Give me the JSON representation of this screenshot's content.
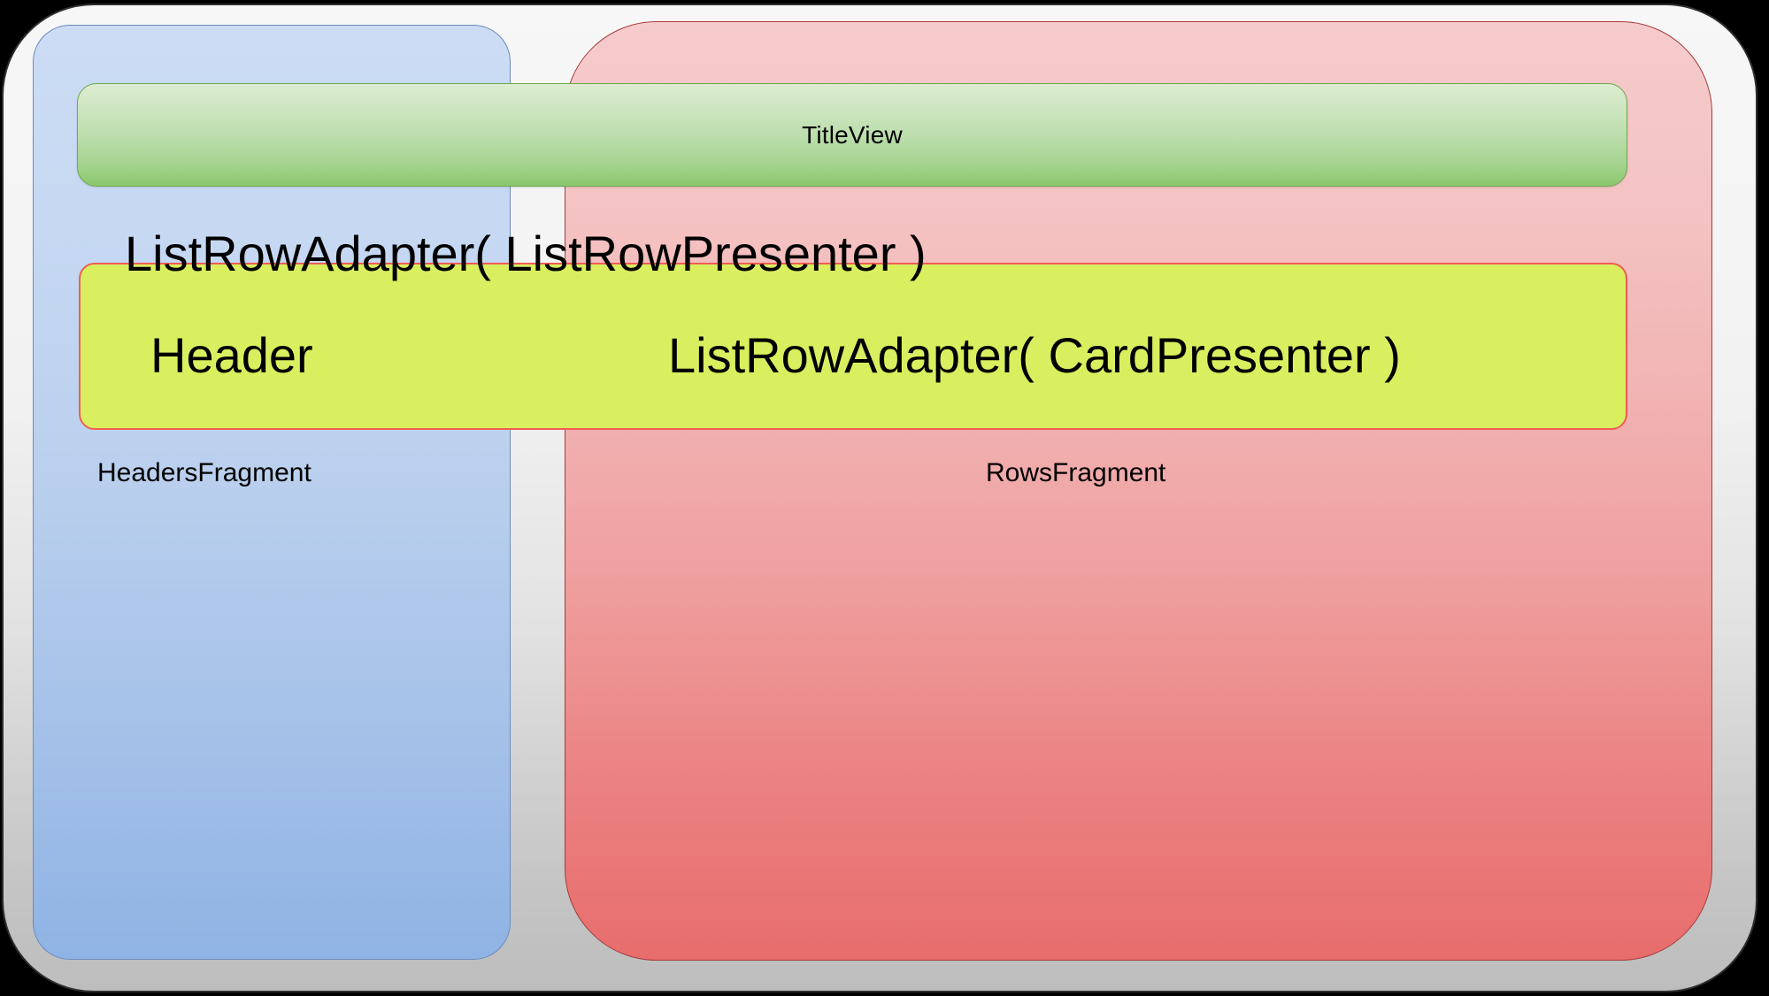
{
  "diagram": {
    "title": "Android Leanback BrowseFragment layout structure",
    "outer_container": {
      "name": "browse-fragment-shell",
      "fill": "#eeeeee",
      "border": "#2e2e2e"
    },
    "panels": [
      {
        "id": "headers-fragment",
        "label": "HeadersFragment",
        "fill_top": "#ccdcf4",
        "fill_bottom": "#8fb3e4",
        "border": "#6b8cbe"
      },
      {
        "id": "rows-fragment",
        "label": "RowsFragment",
        "fill_top": "#f6cbcb",
        "fill_bottom": "#e86d6d",
        "border": "#a83b3b"
      }
    ],
    "title_view": {
      "label": "TitleView",
      "fill_top": "#dcecd2",
      "fill_bottom": "#8cc86e",
      "border": "#6ea84f"
    },
    "row_box": {
      "fill": "#d9ef5f",
      "border": "#f25c54",
      "outer_label": "ListRowAdapter( ListRowPresenter )",
      "header_label": "Header",
      "card_label": "ListRowAdapter( CardPresenter )"
    }
  }
}
